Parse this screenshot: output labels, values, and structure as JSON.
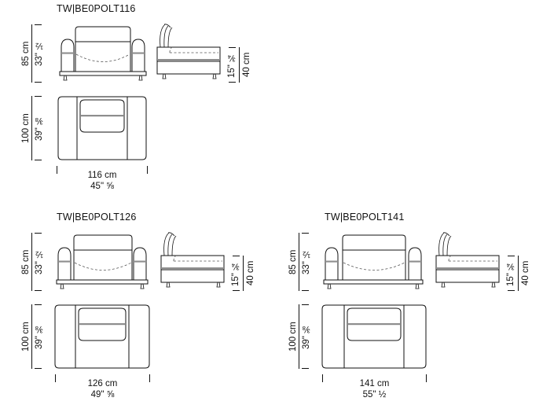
{
  "sheet": {
    "type": "technical-dimension-drawing",
    "units": [
      "cm",
      "inch"
    ],
    "background_color": "#ffffff",
    "line_color": "#111111"
  },
  "models": [
    {
      "id": "model-116",
      "title": "TW|BE0POLT116",
      "height": {
        "cm": "85 cm",
        "inch": "33\" ½"
      },
      "depth": {
        "cm": "100 cm",
        "inch": "39\" ⅜"
      },
      "side_height": {
        "cm": "40 cm",
        "inch": "15\" ¾"
      },
      "width": {
        "cm": "116 cm",
        "inch": "45\" ⅝"
      },
      "views": [
        "front-elevation",
        "side-elevation",
        "plan-view"
      ]
    },
    {
      "id": "model-126",
      "title": "TW|BE0POLT126",
      "height": {
        "cm": "85 cm",
        "inch": "33\" ½"
      },
      "depth": {
        "cm": "100 cm",
        "inch": "39\" ⅜"
      },
      "side_height": {
        "cm": "40 cm",
        "inch": "15\" ¾"
      },
      "width": {
        "cm": "126 cm",
        "inch": "49\" ⅝"
      },
      "views": [
        "front-elevation",
        "side-elevation",
        "plan-view"
      ]
    },
    {
      "id": "model-141",
      "title": "TW|BE0POLT141",
      "height": {
        "cm": "85 cm",
        "inch": "33\" ½"
      },
      "depth": {
        "cm": "100 cm",
        "inch": "39\" ⅜"
      },
      "side_height": {
        "cm": "40 cm",
        "inch": "15\" ¾"
      },
      "width": {
        "cm": "141 cm",
        "inch": "55\" ½"
      },
      "views": [
        "front-elevation",
        "side-elevation",
        "plan-view"
      ]
    }
  ]
}
